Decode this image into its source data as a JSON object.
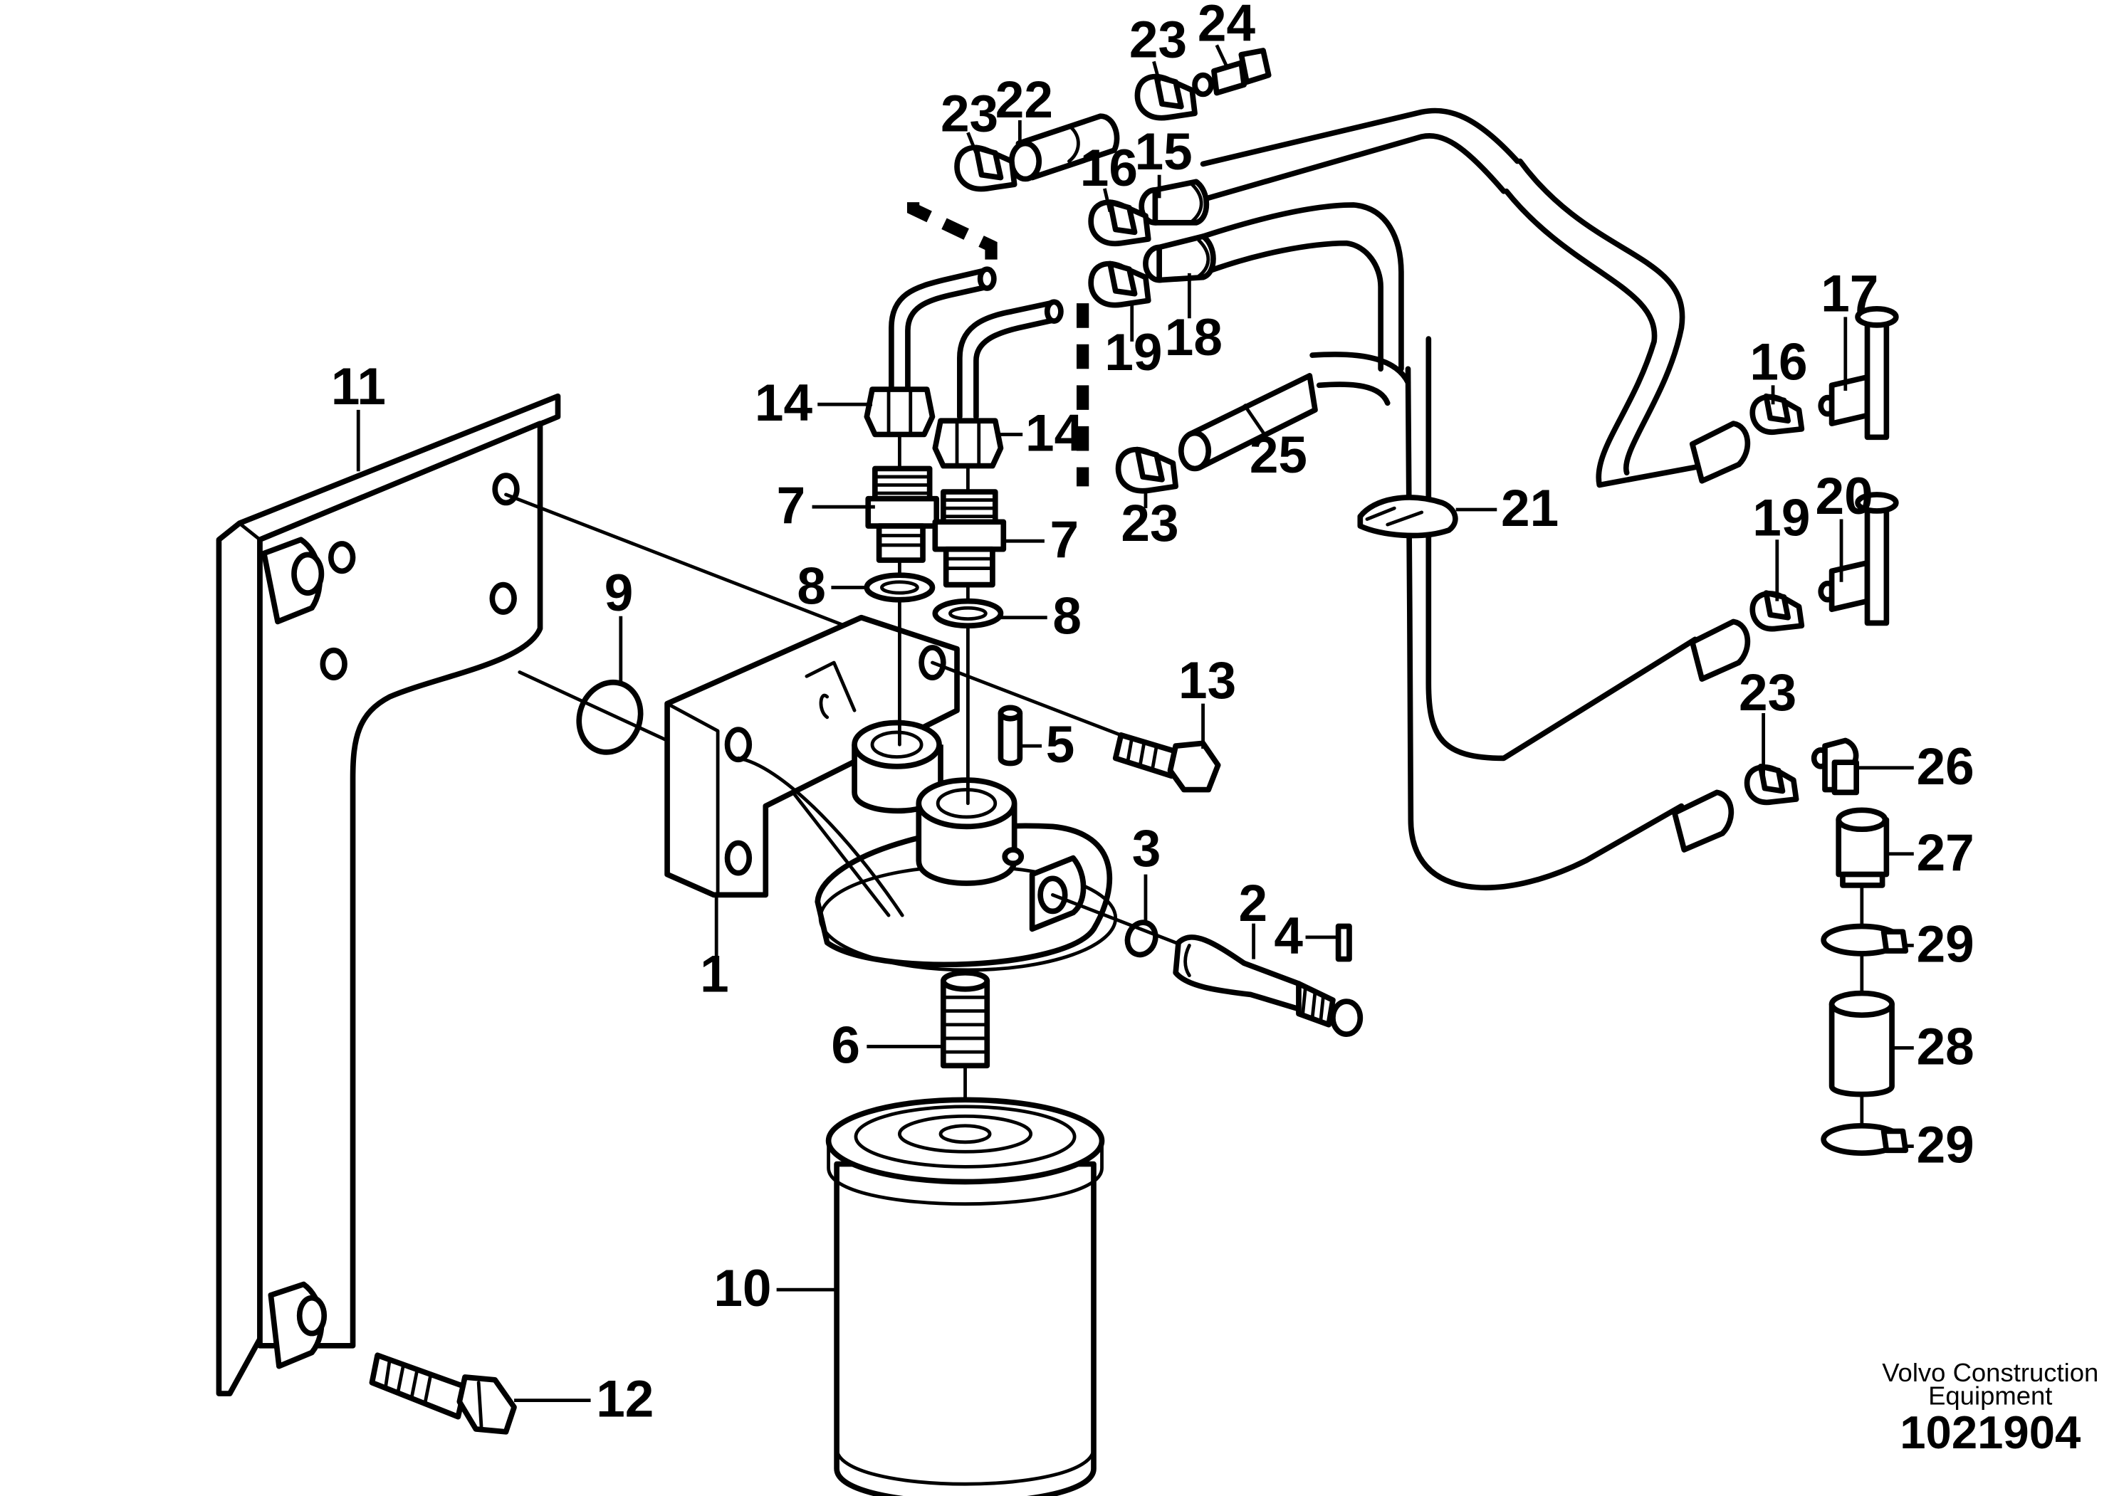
{
  "footer": {
    "brand_line1": "Volvo Construction",
    "brand_line2": "Equipment",
    "drawing_number": "1021904"
  },
  "callouts": {
    "c1": "1",
    "c2": "2",
    "c3": "3",
    "c4": "4",
    "c5": "5",
    "c6": "6",
    "c7a": "7",
    "c7b": "7",
    "c8a": "8",
    "c8b": "8",
    "c9": "9",
    "c10": "10",
    "c11": "11",
    "c12": "12",
    "c13": "13",
    "c14a": "14",
    "c14b": "14",
    "c15": "15",
    "c16a": "16",
    "c16b": "16",
    "c17": "17",
    "c18": "18",
    "c19a": "19",
    "c19b": "19",
    "c20": "20",
    "c21": "21",
    "c22": "22",
    "c23a": "23",
    "c23b": "23",
    "c23c": "23",
    "c23d": "23",
    "c24": "24",
    "c25": "25",
    "c26": "26",
    "c27": "27",
    "c28": "28",
    "c29a": "29",
    "c29b": "29"
  }
}
